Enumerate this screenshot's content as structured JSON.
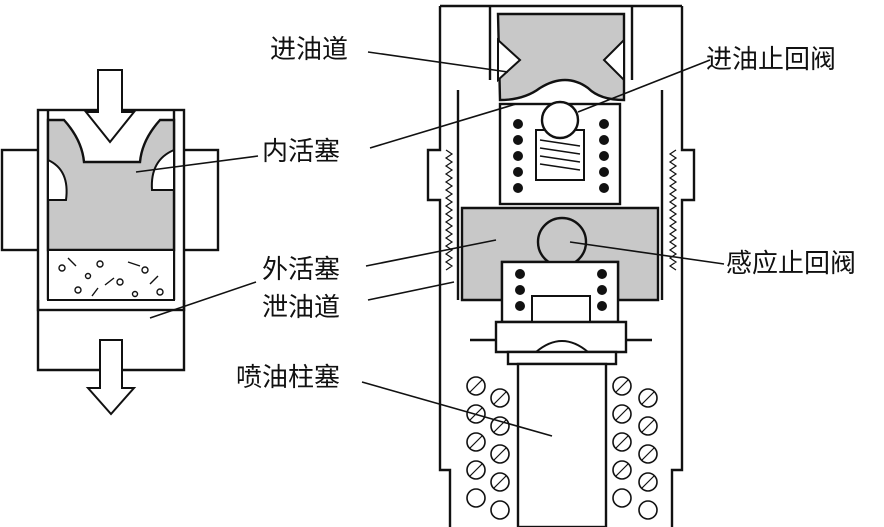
{
  "labels": {
    "inlet_passage": "进油道",
    "inner_piston": "内活塞",
    "outer_piston": "外活塞",
    "drain_passage": "泄油道",
    "plunger": "喷油柱塞",
    "inlet_check_valve": "进油止回阀",
    "sensing_check_valve": "感应止回阀"
  },
  "colors": {
    "line": "#111111",
    "fill_grey": "#c8c8c8",
    "background": "#ffffff"
  },
  "icons": {
    "flow_in": "arrow-down-icon",
    "flow_out": "arrow-down-icon"
  }
}
